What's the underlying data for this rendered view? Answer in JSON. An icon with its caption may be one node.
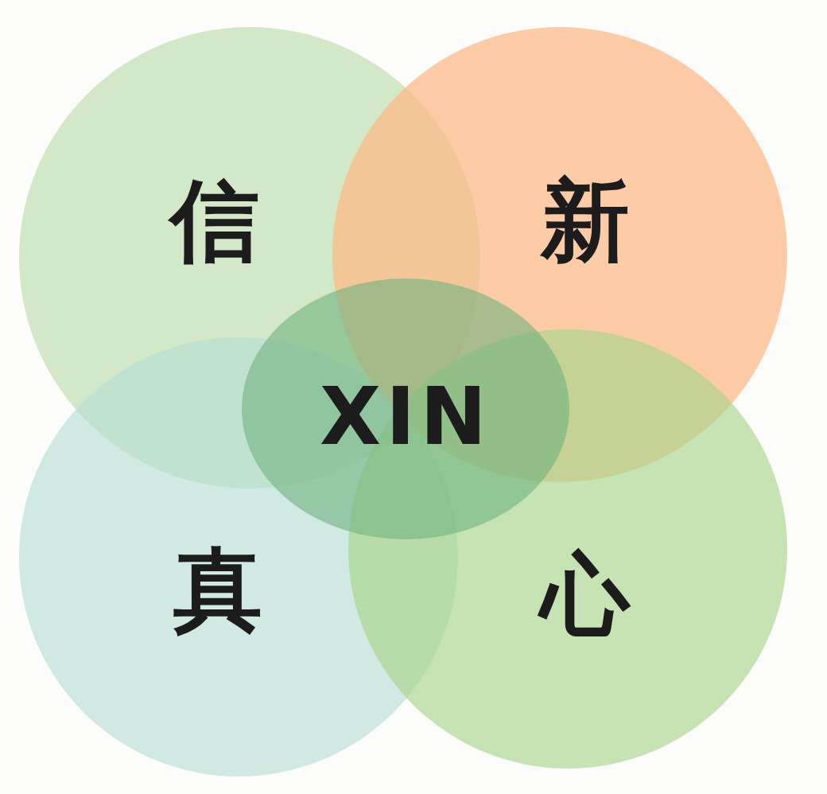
{
  "diagram": {
    "nodes": [
      {
        "text": [
          "信"
        ]
      },
      {
        "text": [
          "新"
        ]
      },
      {
        "text": [
          "真"
        ]
      },
      {
        "text": [
          "心"
        ]
      },
      {
        "text": [
          "XIN"
        ]
      }
    ]
  }
}
